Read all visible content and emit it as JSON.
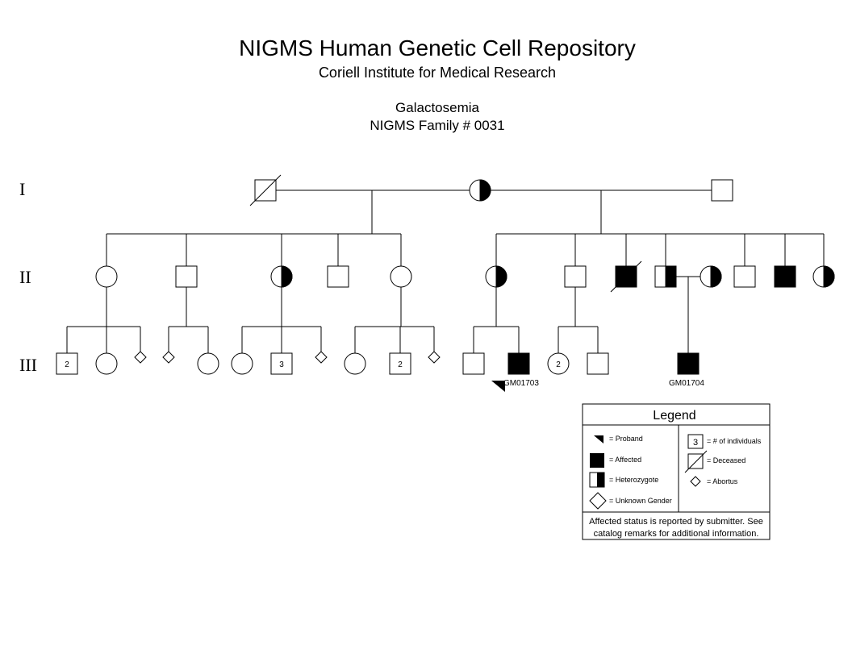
{
  "header": {
    "title": "NIGMS Human Genetic Cell Repository",
    "subtitle": "Coriell Institute for Medical Research",
    "disorder": "Galactosemia",
    "family": "NIGMS Family # 0031"
  },
  "generations": [
    "I",
    "II",
    "III"
  ],
  "individual_labels": {
    "count_2": "2",
    "count_3": "3",
    "gm01703": "GM01703",
    "gm01704": "GM01704"
  },
  "legend": {
    "title": "Legend",
    "proband": "= Proband",
    "affected": "= Affected",
    "heterozygote": "= Heterozygote",
    "unknown_gender": "= Unknown Gender",
    "count_sample": "3",
    "count_label": "= # of individuals",
    "deceased": "= Deceased",
    "abortus": "= Abortus",
    "note_line1": "Affected status is reported by submitter. See",
    "note_line2": "catalog remarks for additional information."
  }
}
